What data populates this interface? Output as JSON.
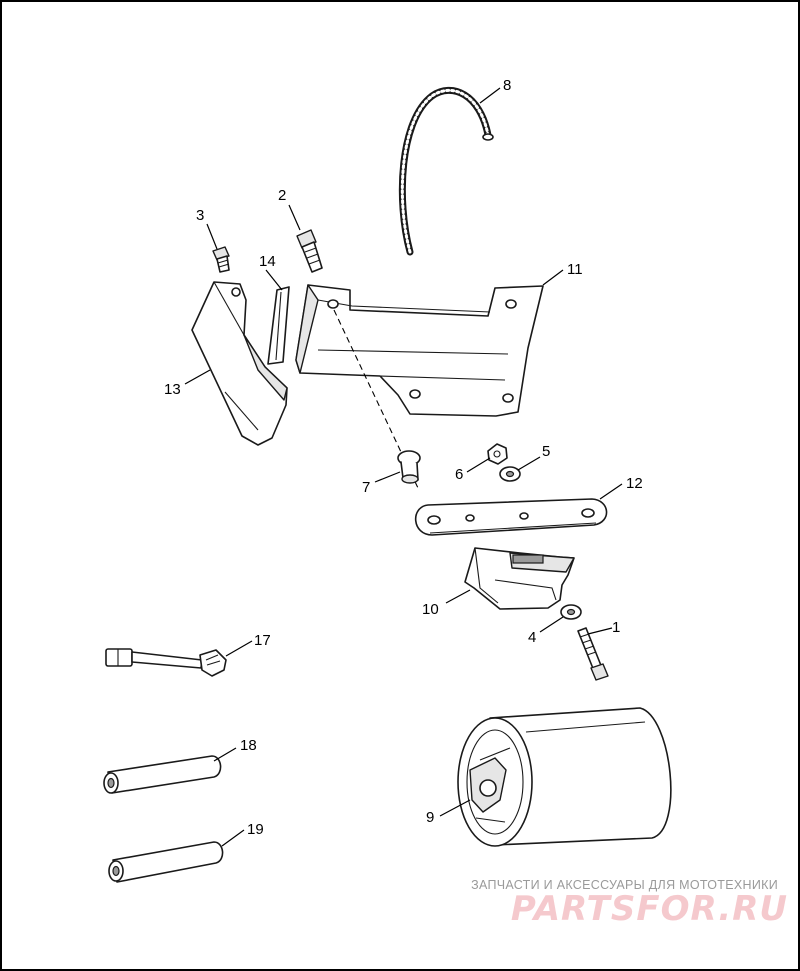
{
  "callouts": [
    {
      "id": "p1",
      "label": "1"
    },
    {
      "id": "p2",
      "label": "2"
    },
    {
      "id": "p3",
      "label": "3"
    },
    {
      "id": "p4",
      "label": "4"
    },
    {
      "id": "p5",
      "label": "5"
    },
    {
      "id": "p6",
      "label": "6"
    },
    {
      "id": "p7",
      "label": "7"
    },
    {
      "id": "p8",
      "label": "8"
    },
    {
      "id": "p9",
      "label": "9"
    },
    {
      "id": "p10",
      "label": "10"
    },
    {
      "id": "p11",
      "label": "11"
    },
    {
      "id": "p12",
      "label": "12"
    },
    {
      "id": "p13",
      "label": "13"
    },
    {
      "id": "p14",
      "label": "14"
    },
    {
      "id": "p17",
      "label": "17"
    },
    {
      "id": "p18",
      "label": "18"
    },
    {
      "id": "p19",
      "label": "19"
    }
  ],
  "watermark": {
    "tagline": "ЗАПЧАСТИ И АКСЕССУАРЫ ДЛЯ МОТОТЕХНИКИ",
    "logo": "PARTSFOR.RU",
    "tagline_color": "#9a9a9a",
    "logo_color": "#f5c9cd"
  }
}
